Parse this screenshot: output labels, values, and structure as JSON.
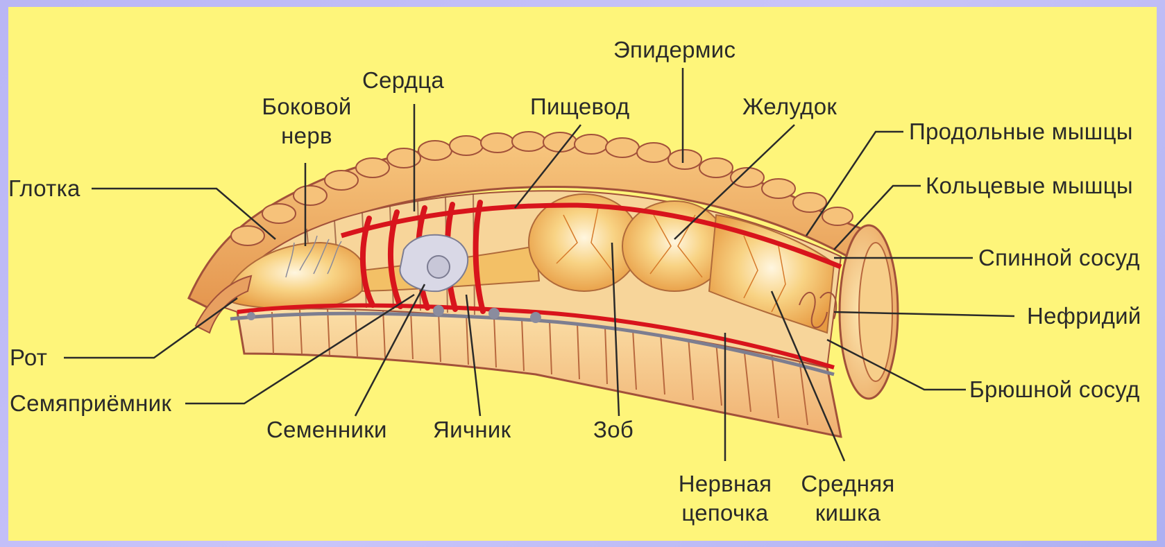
{
  "labels": {
    "epidermis": "Эпидермис",
    "heart": "Сердца",
    "esophagus": "Пищевод",
    "stomach": "Желудок",
    "lateral_nerve_1": "Боковой",
    "lateral_nerve_2": "нерв",
    "longitudinal_muscles": "Продольные мышцы",
    "circular_muscles": "Кольцевые мышцы",
    "pharynx": "Глотка",
    "dorsal_vessel": "Спинной сосуд",
    "nephridium": "Нефридий",
    "mouth": "Рот",
    "ventral_vessel": "Брюшной сосуд",
    "seminal_receptacle": "Семяприёмник",
    "testes": "Семенники",
    "ovary": "Яичник",
    "crop": "Зоб",
    "nerve_cord_1": "Нервная",
    "nerve_cord_2": "цепочка",
    "midgut_1": "Средняя",
    "midgut_2": "кишка"
  },
  "colors": {
    "background": "#fef57a",
    "frame": "#b9b6f5",
    "body_wall": "#f2b568",
    "vessels": "#d8141c",
    "gut": "#f4c464",
    "outline": "#a2513a"
  }
}
